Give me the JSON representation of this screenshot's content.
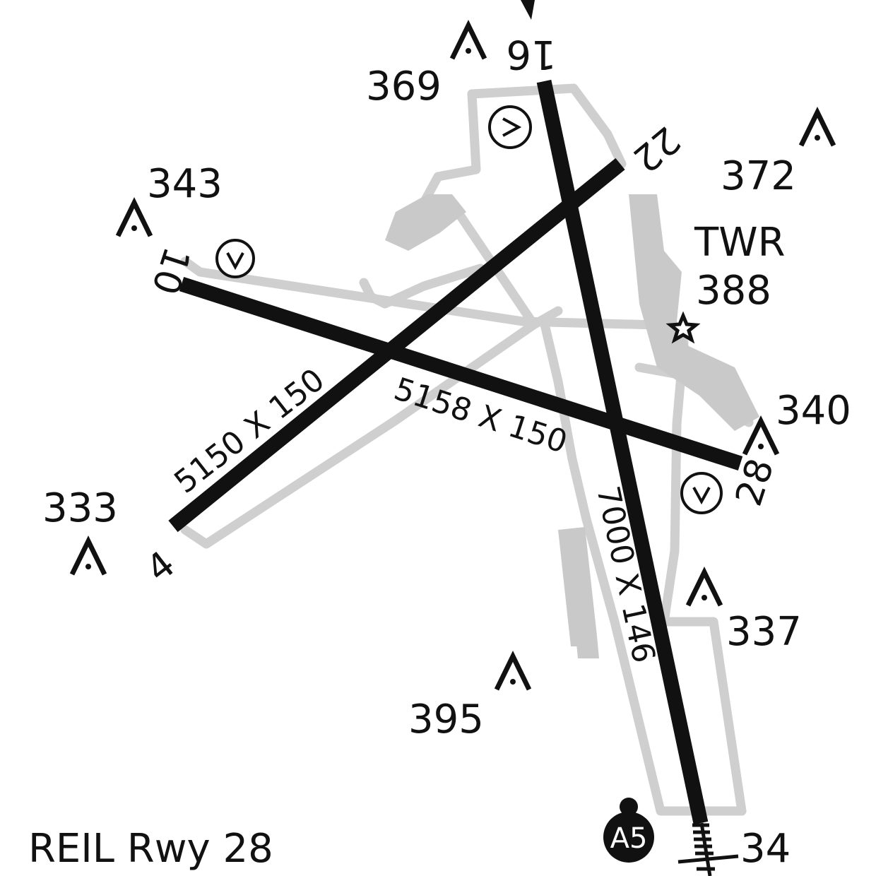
{
  "colors": {
    "runway": "#111111",
    "taxiway": "#cfcfcf",
    "apron": "#c9c9c9",
    "background": "#ffffff",
    "ink": "#111111"
  },
  "runways": {
    "rwy_16_34": {
      "dimensions": "7000 X 146",
      "end_north": "16",
      "end_south": "34"
    },
    "rwy_4_22": {
      "dimensions": "5150 X 150",
      "end_southwest": "4",
      "end_northeast": "22"
    },
    "rwy_10_28": {
      "dimensions": "5158 X 150",
      "end_west": "10",
      "end_east": "28"
    }
  },
  "elevations": {
    "e369": "369",
    "e372": "372",
    "e343": "343",
    "e388": "388",
    "e340": "340",
    "e333": "333",
    "e337": "337",
    "e395": "395"
  },
  "tower": {
    "label": "TWR",
    "icon": "tower-star-icon"
  },
  "hot_spot": {
    "label": "A5"
  },
  "notes": {
    "lighting": "REIL Rwy 28"
  },
  "icons": {
    "obstacle": "obstruction-caret-icon",
    "vasi": "visual-glide-slope-icon",
    "approach_lights": "approach-lighting-icon"
  }
}
